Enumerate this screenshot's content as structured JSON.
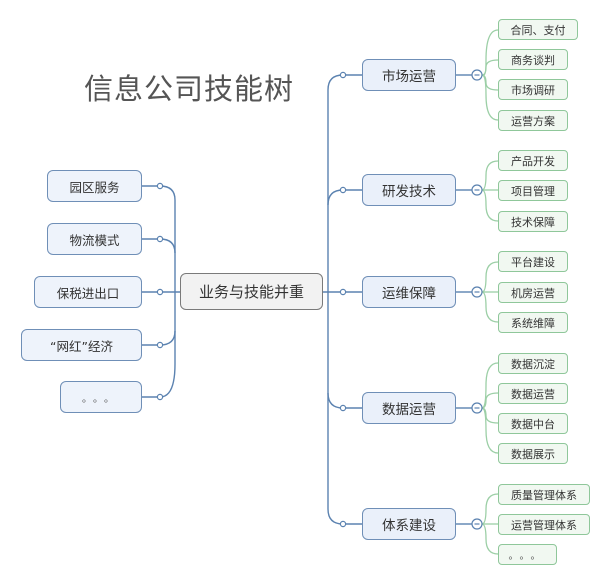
{
  "title": "信息公司技能树",
  "center": "业务与技能并重",
  "left_nodes": [
    "园区服务",
    "物流模式",
    "保税进出口",
    "“网红”经济",
    "。。。"
  ],
  "branches": [
    {
      "label": "市场运营",
      "children": [
        "合同、支付",
        "商务谈判",
        "市场调研",
        "运营方案"
      ]
    },
    {
      "label": "研发技术",
      "children": [
        "产品开发",
        "项目管理",
        "技术保障"
      ]
    },
    {
      "label": "运维保障",
      "children": [
        "平台建设",
        "机房运营",
        "系统维障"
      ]
    },
    {
      "label": "数据运营",
      "children": [
        "数据沉淀",
        "数据运营",
        "数据中台",
        "数据展示"
      ]
    },
    {
      "label": "体系建设",
      "children": [
        "质量管理体系",
        "运营管理体系",
        "。。。"
      ]
    }
  ],
  "colors": {
    "blue_line": "#5b82b0",
    "green_line": "#9ccfa6",
    "title": "#555555"
  }
}
